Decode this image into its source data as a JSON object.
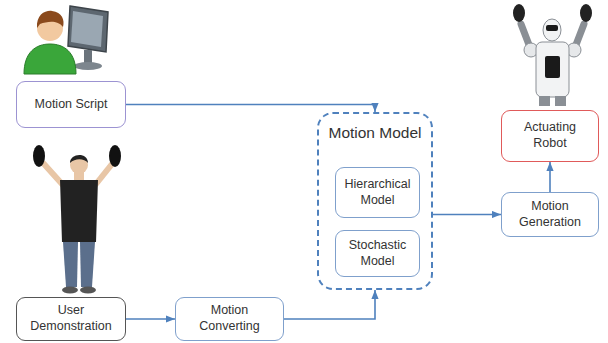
{
  "diagram": {
    "nodes": [
      {
        "text": [
          "Motion Script"
        ]
      },
      {
        "text": [
          "Actuating Robot"
        ]
      },
      {
        "text": [
          "Motion Model"
        ]
      },
      {
        "text": [
          "Hierarchical Model"
        ],
        "in": 2
      },
      {
        "text": [
          "Stochastic Model"
        ],
        "in": 2
      },
      {
        "text": [
          "Motion Generation"
        ]
      },
      {
        "text": [
          "User Demonstration"
        ]
      },
      {
        "text": [
          "Motion Converting"
        ]
      }
    ],
    "edges": [
      {
        "from": 0,
        "to": 2,
        "arrow": "to"
      },
      {
        "from": 6,
        "to": 7,
        "arrow": "to"
      },
      {
        "from": 7,
        "to": 2,
        "arrow": "to"
      },
      {
        "from": 2,
        "to": 5,
        "arrow": "to"
      },
      {
        "from": 5,
        "to": 1,
        "arrow": "to"
      }
    ]
  }
}
